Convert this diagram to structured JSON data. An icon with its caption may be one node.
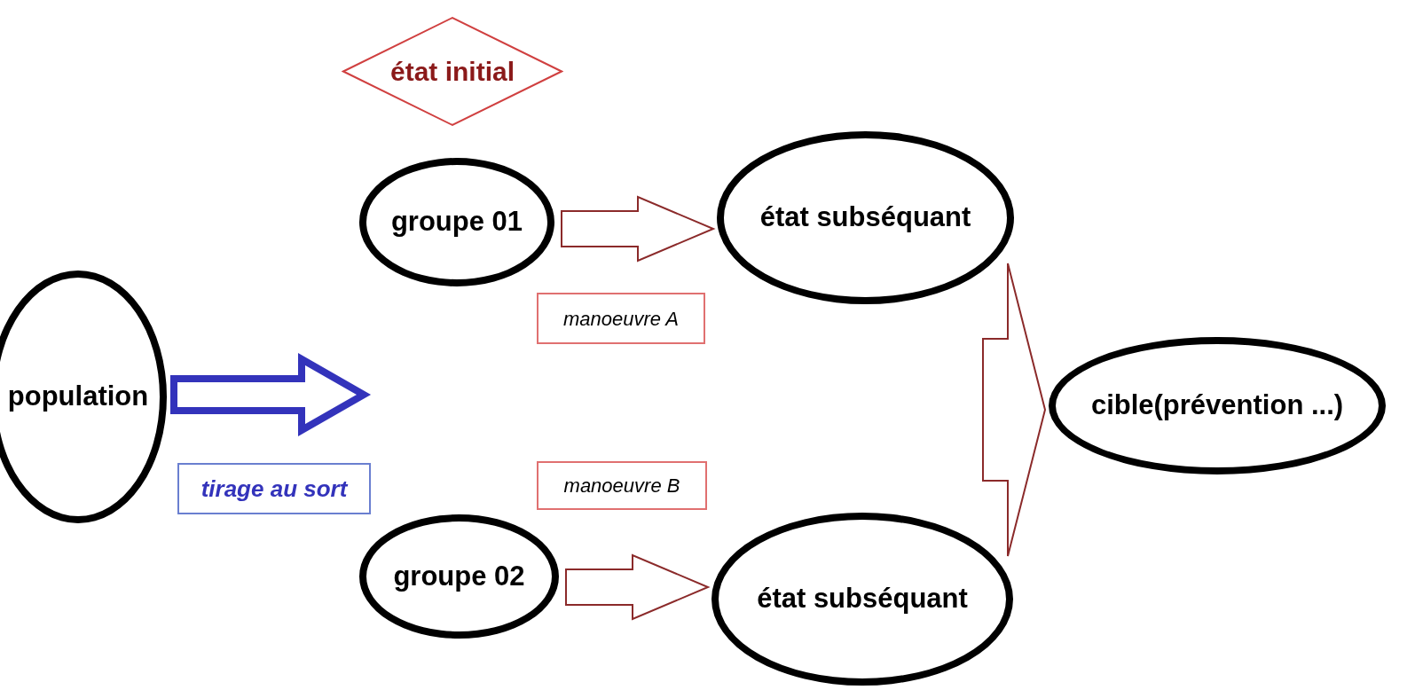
{
  "diagram": {
    "nodes": [
      {
        "text": [
          "état initial"
        ]
      },
      {
        "text": [
          "population"
        ]
      },
      {
        "text": [
          "groupe 01"
        ]
      },
      {
        "text": [
          "état subséquant"
        ]
      },
      {
        "text": [
          "manoeuvre A"
        ]
      },
      {
        "text": [
          "tirage au sort"
        ]
      },
      {
        "text": [
          "manoeuvre B"
        ]
      },
      {
        "text": [
          "groupe 02"
        ]
      },
      {
        "text": [
          "état subséquant"
        ]
      },
      {
        "text": [
          "cible(prévention ...)"
        ]
      }
    ],
    "edges": [
      {
        "from": 1,
        "to": null,
        "arrow": "to",
        "style": "thick",
        "color": "#3333bb"
      },
      {
        "from": 2,
        "to": 3,
        "arrow": "to"
      },
      {
        "from": 7,
        "to": 8,
        "arrow": "to"
      },
      {
        "from": null,
        "to": 9,
        "arrow": "to"
      }
    ]
  }
}
